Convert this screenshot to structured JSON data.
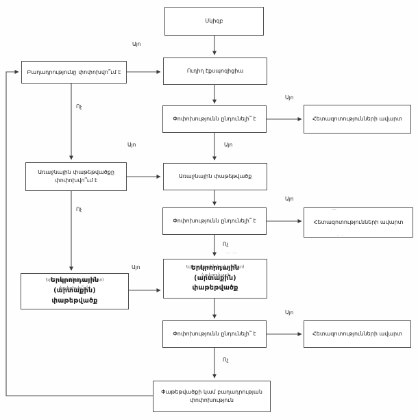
{
  "colors": {
    "line": "#4d4d4d",
    "background": "#ffffff",
    "text": "#1c1c1c"
  },
  "boxes": {
    "start": {
      "label": "Սկիզբ"
    },
    "direct_exposure": {
      "label": "Ուղիղ էքսպոզիցիա"
    },
    "composition_question": {
      "label": "Բաղադրությունը փոփոխվո՞ւմ է"
    },
    "decision1": {
      "label": "Փոփոխությունն ընդունելի՞ է"
    },
    "end1": {
      "label": "Հետազոտությունների ավարտ"
    },
    "primary_question": {
      "label": "Առաջնային փաթեթվածքը\nփոփոխվո՞ւմ է"
    },
    "primary_packaging": {
      "label": "Առաջնային փաթեթվածք"
    },
    "decision2": {
      "label": "Փոփոխությունն ընդունելի՞ է"
    },
    "end2": {
      "label": "Հետազոտությունների ավարտ"
    },
    "secondary_question": {
      "label": "Երկրորդային\n(արտաքին)\nփաթեթվածք",
      "ghost": "Երկրորդային (ավտոմատ)\nփոփոխվո՞ւմ է"
    },
    "secondary_packaging": {
      "label": "Երկրորդային\n(արտաքին)\nփաթեթվածք",
      "ghost": "Երկրորդային (ավտոմատ)\n(ավտոմատ)"
    },
    "decision3": {
      "label": "Փոփոխությունն ընդունելի՞ է"
    },
    "end3": {
      "label": "Հետազոտությունների ավարտ"
    },
    "change_box": {
      "label": "Փաթեթվածքի կամ բաղադրության\nփոփոխություն"
    }
  },
  "edges": [
    {
      "label": "Այո"
    },
    {
      "label": "Այո"
    },
    {
      "label": "Ոչ"
    },
    {
      "label": "Այո"
    },
    {
      "label": "Այո"
    },
    {
      "label": "Այո"
    },
    {
      "label": "Ոչ"
    },
    {
      "label": "Ոչ"
    },
    {
      "label": "Այո"
    },
    {
      "label": "Այո"
    },
    {
      "label": "Ոչ"
    }
  ],
  "artifacts": [
    {
      "text": "—"
    },
    {
      "text": "· ·"
    },
    {
      "text": "·· ··"
    }
  ]
}
